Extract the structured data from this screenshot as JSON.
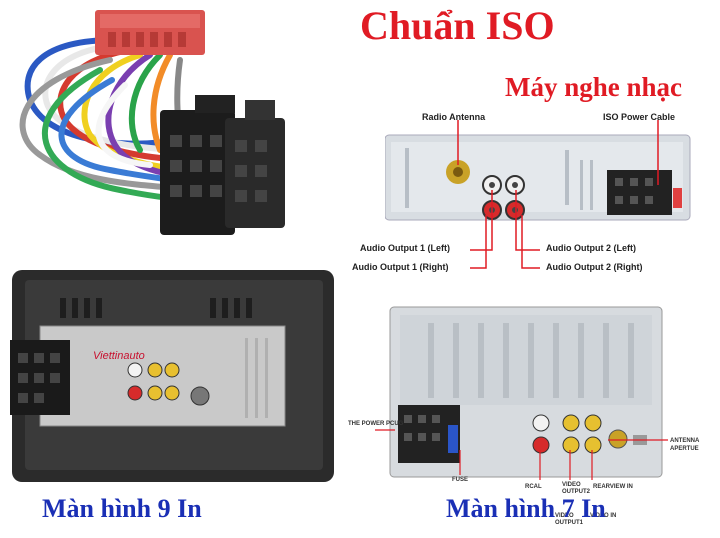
{
  "heading": {
    "title": "Chuẩn ISO",
    "player_label": "Máy nghe nhạc"
  },
  "player_panel": {
    "radio_antenna": "Radio Antenna",
    "iso_power_cable": "ISO Power Cable",
    "audio_out1_left": "Audio Output 1 (Left)",
    "audio_out1_right": "Audio Output 1 (Right)",
    "audio_out2_left": "Audio Output 2 (Left)",
    "audio_out2_right": "Audio Output 2 (Right)"
  },
  "screen9": {
    "brand": "Viettinauto",
    "caption": "Màn hình 9 In"
  },
  "screen7": {
    "power_plug": "THE POWER PCUG",
    "fuse": "FUSE",
    "rcal": "RCAL",
    "video_output1": "VIDEO OUTPUT1",
    "video_output2": "VIDEO OUTPUT2",
    "rearview_in": "REARVIEW IN",
    "video_in": "VIDEO IN",
    "antenna_aperture": "ANTENNA APERTUE",
    "caption": "Màn hình 7 In"
  },
  "colors": {
    "accent_red": "#e01b24",
    "caption_blue": "#1a2fb5"
  }
}
